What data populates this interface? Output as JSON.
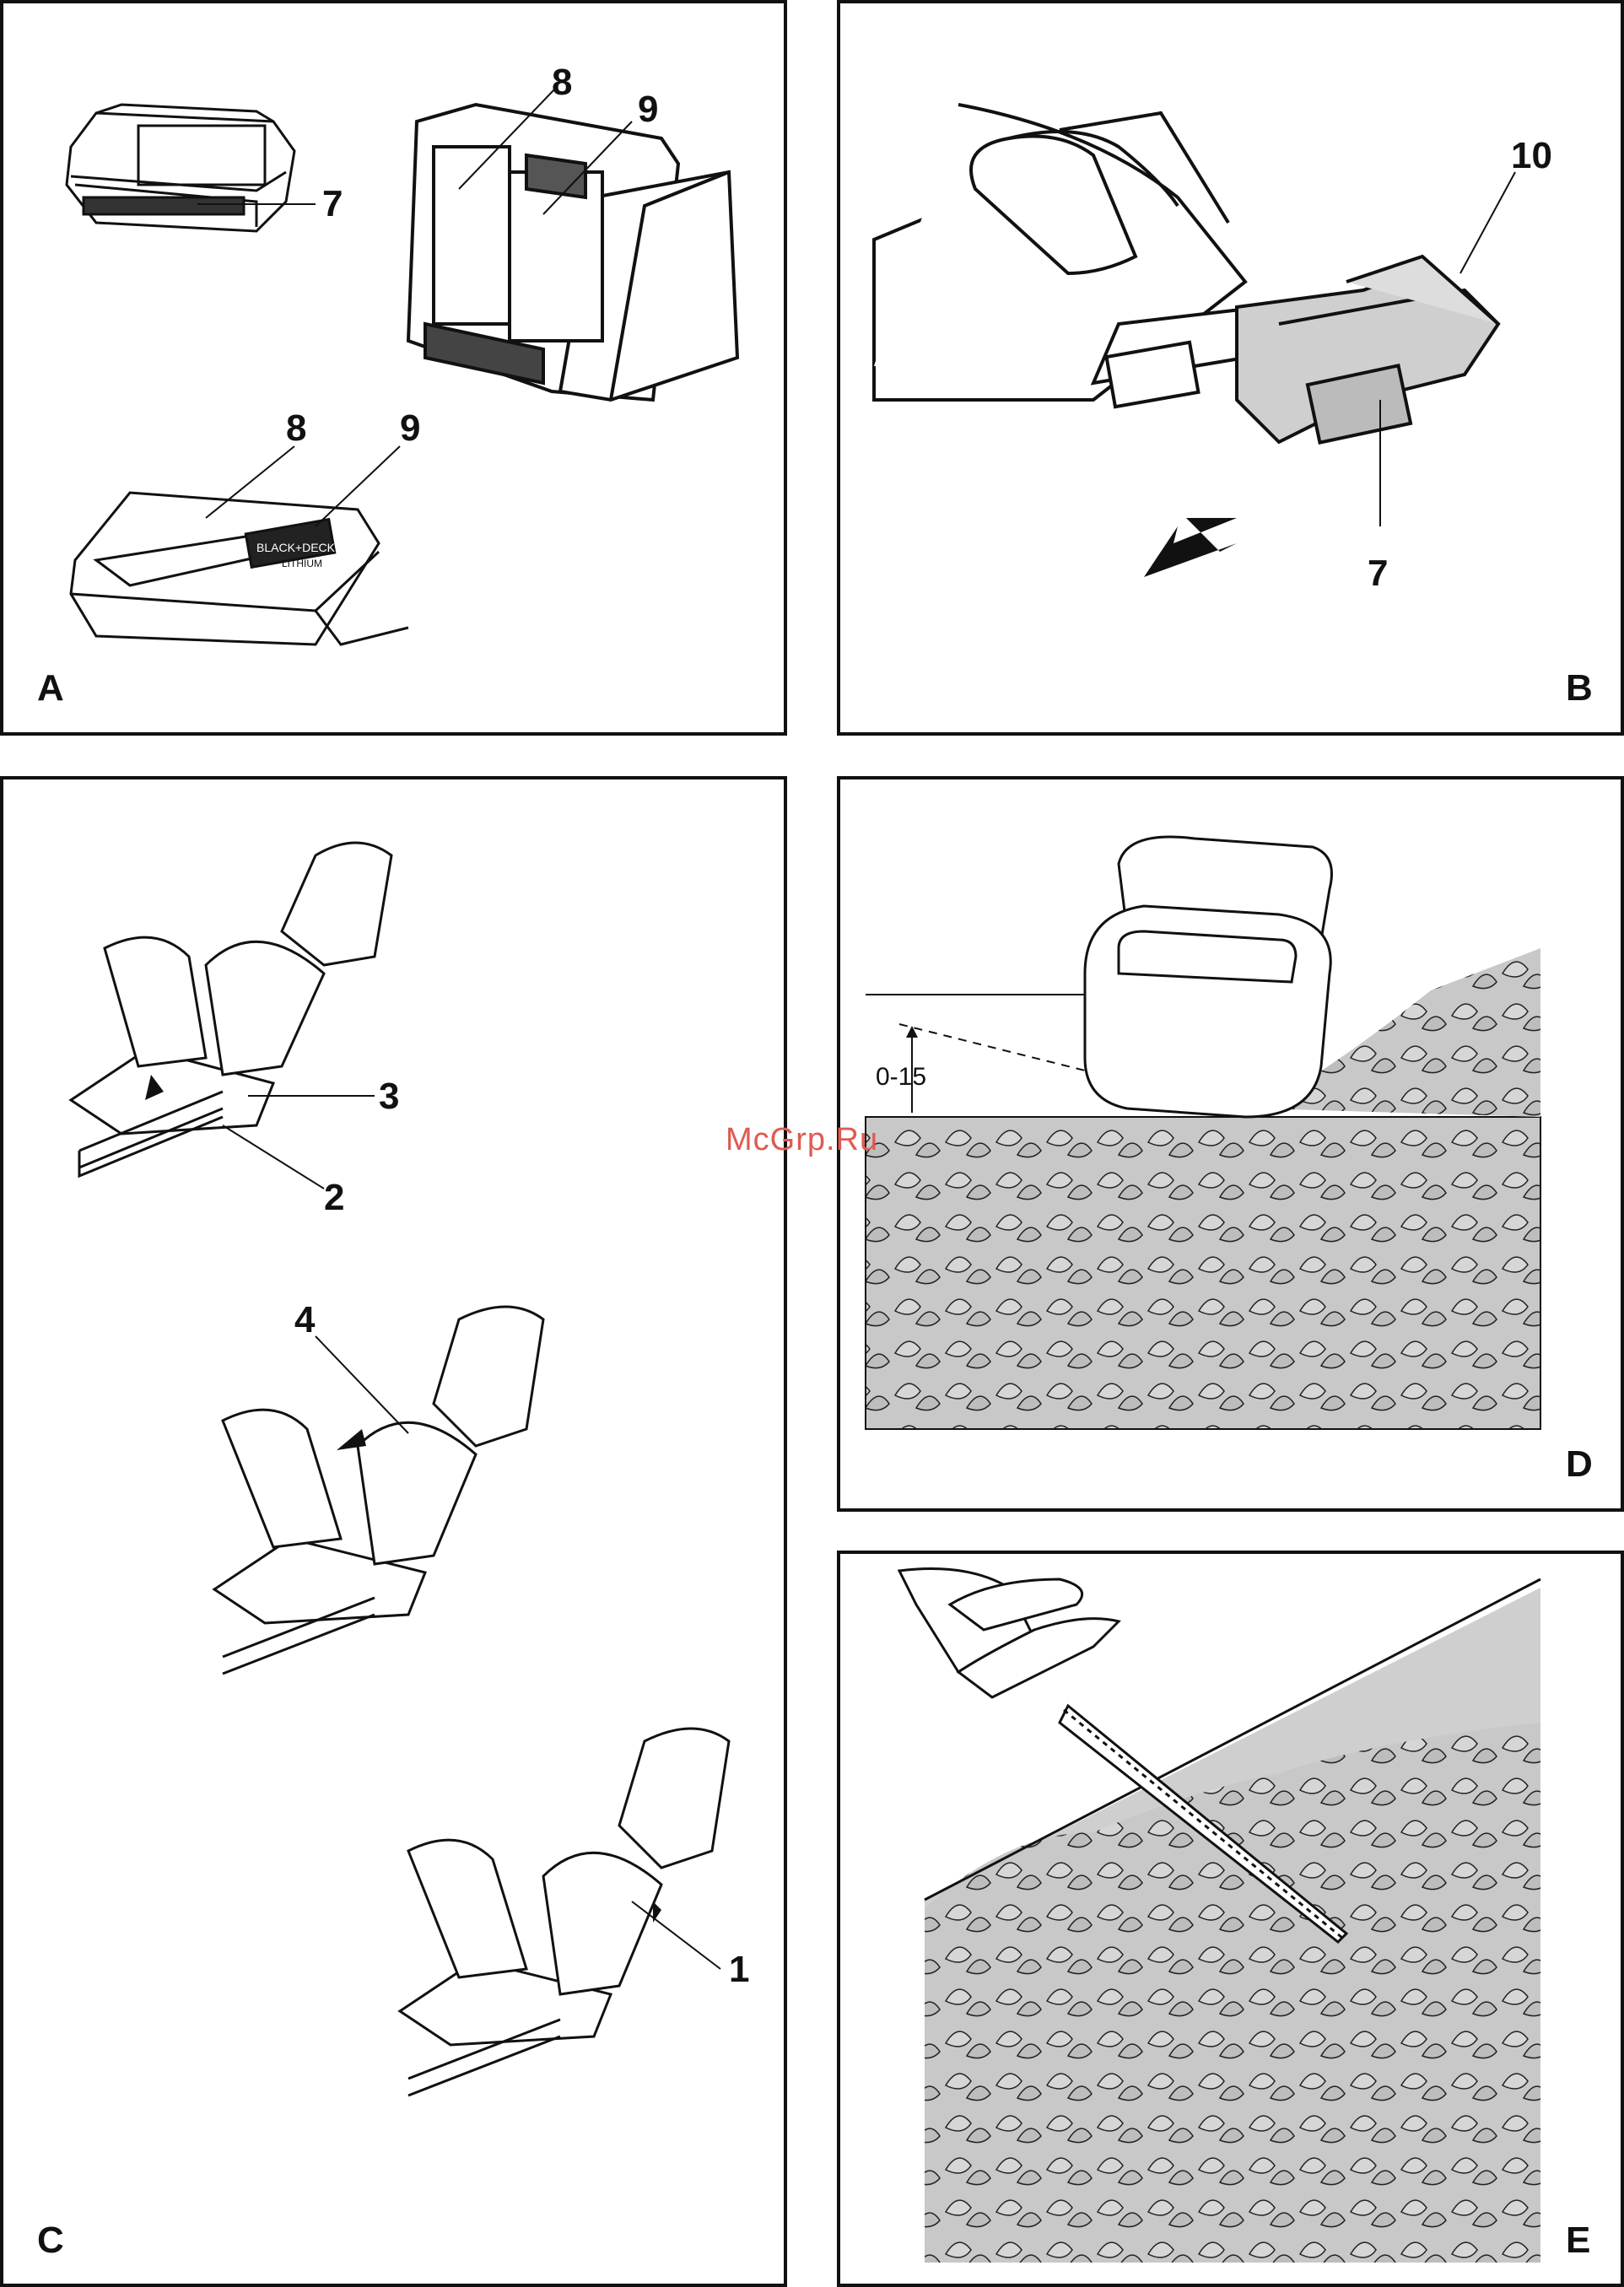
{
  "panels": {
    "A": {
      "letter": "A",
      "callouts": [
        "7",
        "8",
        "9",
        "8",
        "9"
      ],
      "brand_text": "BLACK+DECKER",
      "charger_text": "LITHIUM"
    },
    "B": {
      "letter": "B",
      "callouts": [
        "10",
        "7"
      ]
    },
    "C": {
      "letter": "C",
      "callouts": [
        "3",
        "2",
        "4",
        "1"
      ]
    },
    "D": {
      "letter": "D",
      "angle_label": "0-15"
    },
    "E": {
      "letter": "E"
    }
  },
  "watermark": "McGrp.Ru",
  "colors": {
    "line": "#111111",
    "foliage": "#c8c8c8",
    "shade": "#cfcfcf",
    "watermark": "#e05a50"
  }
}
